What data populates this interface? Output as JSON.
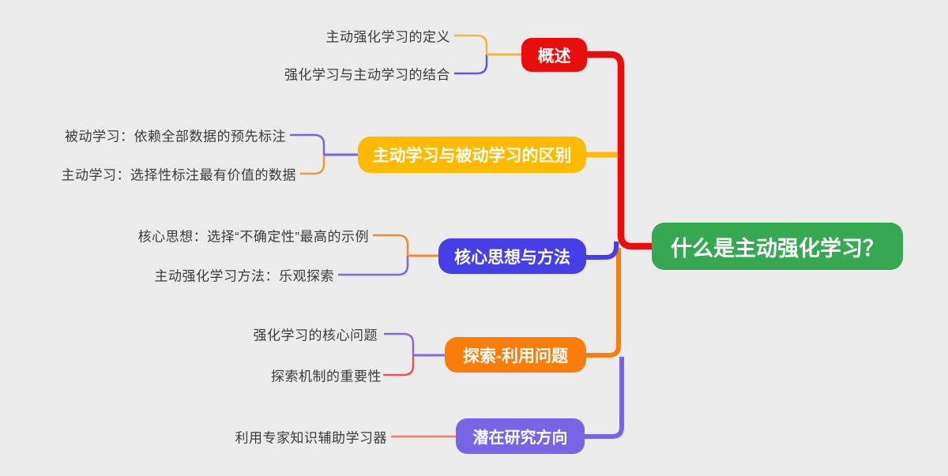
{
  "canvas": {
    "background_color": "#ebebeb",
    "text_color": "#3b3b3b"
  },
  "root": {
    "label": "什么是主动强化学习？",
    "color": "#36a852"
  },
  "branches": [
    {
      "label": "概述",
      "color": "#e90d0d",
      "children": [
        {
          "label": "主动强化学习的定义",
          "line_color": "#e6b844"
        },
        {
          "label": "强化学习与主动学习的结合",
          "line_color": "#5b57e8"
        }
      ]
    },
    {
      "label": "主动学习与被动学习的区别",
      "color": "#ffba00",
      "children": [
        {
          "label": "被动学习：依赖全部数据的预先标注",
          "line_color": "#7a64d9"
        },
        {
          "label": "主动学习：选择性标注最有价值的数据",
          "line_color": "#ed9a3c"
        }
      ]
    },
    {
      "label": "核心思想与方法",
      "color": "#4440e6",
      "children": [
        {
          "label": "核心思想：选择“不确定性”最高的示例",
          "line_color": "#ee8a3c"
        },
        {
          "label": "主动强化学习方法：乐观探索",
          "line_color": "#7e6ae0"
        }
      ]
    },
    {
      "label": "探索-利用问题",
      "color": "#f87d0b",
      "children": [
        {
          "label": "强化学习的核心问题",
          "line_color": "#8668dc"
        },
        {
          "label": "探索机制的重要性",
          "line_color": "#e85456"
        }
      ]
    },
    {
      "label": "潜在研究方向",
      "color": "#7765e6",
      "children": [
        {
          "label": "利用专家知识辅助学习器",
          "line_color": "#e87c74"
        }
      ]
    }
  ]
}
